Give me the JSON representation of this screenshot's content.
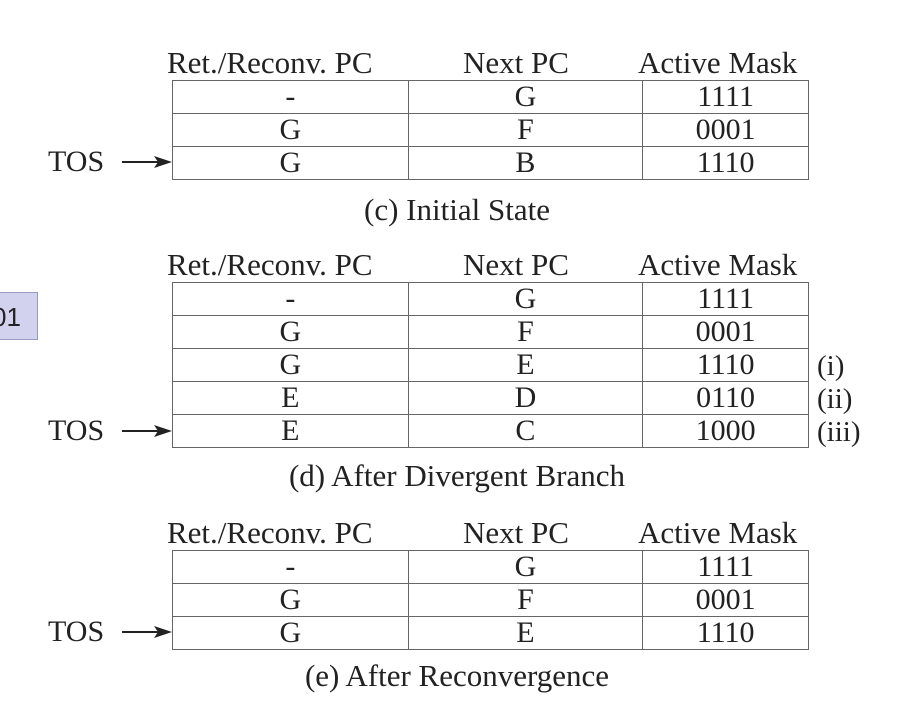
{
  "headers": {
    "ret_reconv": "Ret./Reconv. PC",
    "next_pc": "Next PC",
    "active_mask": "Active Mask"
  },
  "tos_label": "TOS",
  "side_tab": {
    "text": "01"
  },
  "panels": [
    {
      "caption": "(c)  Initial State",
      "rows": [
        {
          "ret": "-",
          "next": "G",
          "mask": "1111",
          "label": ""
        },
        {
          "ret": "G",
          "next": "F",
          "mask": "0001",
          "label": ""
        },
        {
          "ret": "G",
          "next": "B",
          "mask": "1110",
          "label": ""
        }
      ]
    },
    {
      "caption": "(d)  After Divergent Branch",
      "rows": [
        {
          "ret": "-",
          "next": "G",
          "mask": "1111",
          "label": ""
        },
        {
          "ret": "G",
          "next": "F",
          "mask": "0001",
          "label": ""
        },
        {
          "ret": "G",
          "next": "E",
          "mask": "1110",
          "label": "(i)"
        },
        {
          "ret": "E",
          "next": "D",
          "mask": "0110",
          "label": "(ii)"
        },
        {
          "ret": "E",
          "next": "C",
          "mask": "1000",
          "label": "(iii)"
        }
      ]
    },
    {
      "caption": "(e)  After Reconvergence",
      "rows": [
        {
          "ret": "-",
          "next": "G",
          "mask": "1111",
          "label": ""
        },
        {
          "ret": "G",
          "next": "F",
          "mask": "0001",
          "label": ""
        },
        {
          "ret": "G",
          "next": "E",
          "mask": "1110",
          "label": ""
        }
      ]
    }
  ]
}
